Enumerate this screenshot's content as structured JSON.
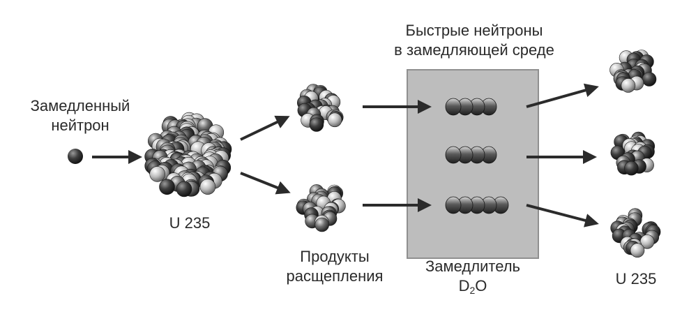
{
  "labels": {
    "slow_neutron_line1": "Замедленный",
    "slow_neutron_line2": "нейтрон",
    "u235_left": "U 235",
    "products_line1": "Продукты",
    "products_line2": "расщепления",
    "fast_line1": "Быстрые нейтроны",
    "fast_line2": "в замедляющей среде",
    "moderator_line1": "Замедлитель",
    "moderator_formula_d": "D",
    "moderator_formula_sub": "2",
    "moderator_formula_o": "O",
    "u235_right": "U 235"
  },
  "colors": {
    "moderator_fill": "#bdbdbd",
    "moderator_border": "#8f8f8f",
    "arrow": "#2b2b2b",
    "text": "#2a2a2a"
  }
}
